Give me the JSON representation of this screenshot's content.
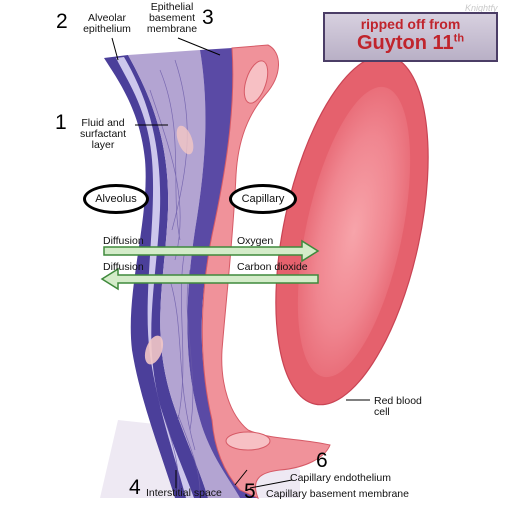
{
  "diagram": {
    "watermark": "Knightfy",
    "banner": {
      "line1": "ripped off from",
      "line2": "Guyton 11",
      "line2_sup": "th"
    },
    "labels": {
      "alveolar_epithelium": [
        "Alveolar",
        "epithelium"
      ],
      "epithelial_basement_membrane": [
        "Epithelial",
        "basement",
        "membrane"
      ],
      "fluid_surfactant": [
        "Fluid and",
        "surfactant",
        "layer"
      ],
      "alveolus": "Alveolus",
      "capillary": "Capillary",
      "diffusion_top": "Diffusion",
      "diffusion_bottom": "Diffusion",
      "oxygen": "Oxygen",
      "carbon_dioxide": "Carbon dioxide",
      "red_blood_cell": [
        "Red blood",
        "cell"
      ],
      "capillary_endothelium": "Capillary endothelium",
      "interstitial_space": "Interstitial space",
      "capillary_basement_membrane": "Capillary basement membrane"
    },
    "numbers": {
      "n1": "1",
      "n2": "2",
      "n3": "3",
      "n4": "4",
      "n5": "5",
      "n6": "6"
    },
    "colors": {
      "membrane_dark": "#4b3f9a",
      "membrane_light": "#c9c3e8",
      "interstitium": "#b7a9d4",
      "endothelium": "#f0929a",
      "rbc": "#ee6b77",
      "arrow": "#3f8a3c",
      "arrow_fill": "#cfe9c6"
    }
  }
}
